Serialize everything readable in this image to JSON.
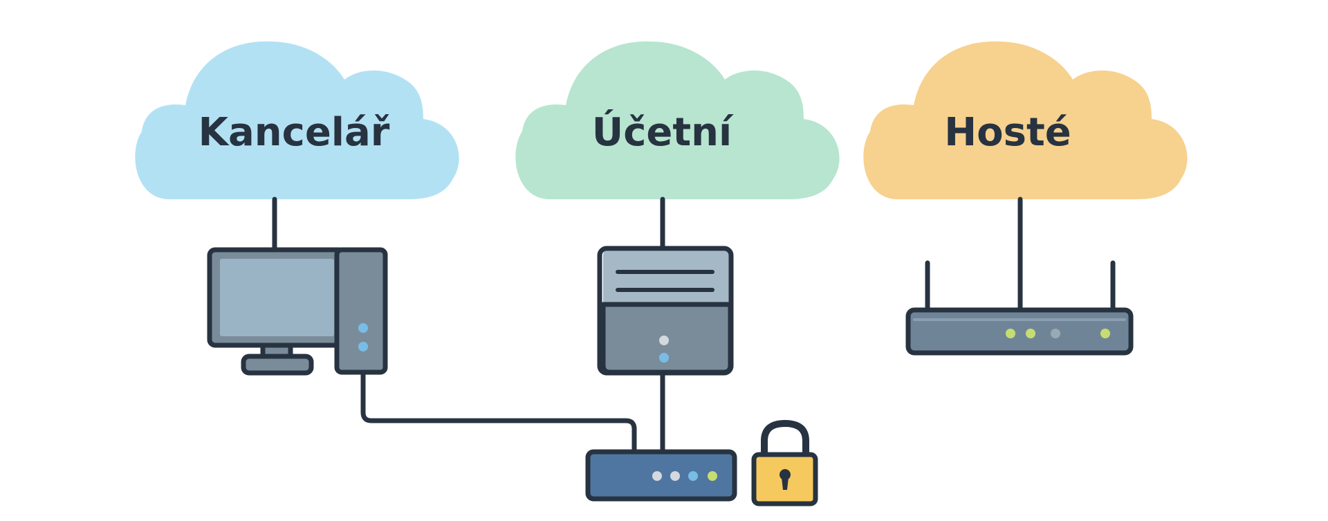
{
  "clouds": [
    {
      "id": "office",
      "label": "Kancelář",
      "color": "#b3e1f4"
    },
    {
      "id": "accounting",
      "label": "Účetní",
      "color": "#b7e5d0"
    },
    {
      "id": "guests",
      "label": "Hosté",
      "color": "#f7d18e"
    }
  ],
  "colors": {
    "outline": "#273340",
    "device_body": "#7a8c9a",
    "device_light": "#a5b8c5",
    "monitor_screen": "#9ab4c6",
    "router_blue": "#4f76a0",
    "router_slate": "#6f8597",
    "led_blue": "#79bde6",
    "led_green": "#c6dd72",
    "led_gray": "#d4d9df",
    "lock_body": "#f6c95e"
  },
  "devices": [
    {
      "id": "desktop-computer",
      "icon": "desktop-computer-icon"
    },
    {
      "id": "file-server",
      "icon": "server-icon"
    },
    {
      "id": "wifi-router",
      "icon": "wifi-router-icon"
    },
    {
      "id": "network-switch",
      "icon": "network-switch-icon"
    },
    {
      "id": "padlock",
      "icon": "lock-icon"
    }
  ]
}
